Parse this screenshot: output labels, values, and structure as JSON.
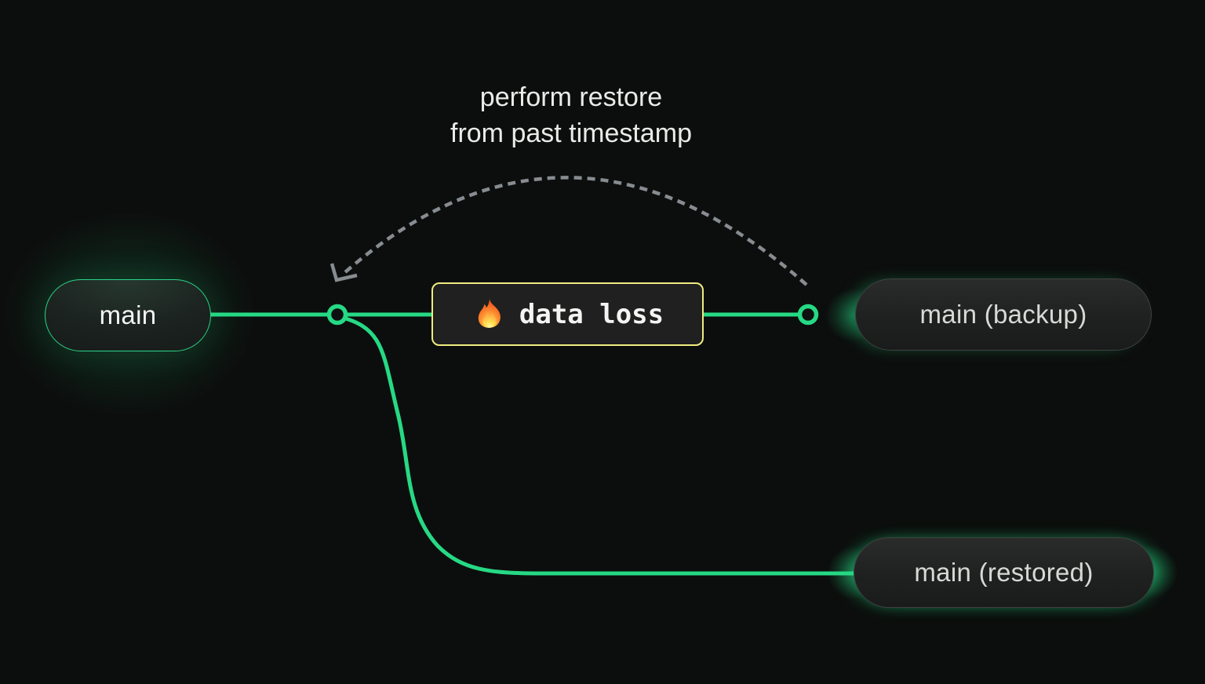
{
  "diagram": {
    "caption": {
      "line1": "perform restore",
      "line2": "from past timestamp"
    },
    "branches": [
      {
        "id": "main",
        "label": "main"
      },
      {
        "id": "backup",
        "label": "main (backup)"
      },
      {
        "id": "restored",
        "label": "main (restored)"
      }
    ],
    "event": {
      "label": "data loss",
      "icon": "fire-icon"
    },
    "colors": {
      "background": "#0c0e0d",
      "branch_line": "#26d984",
      "node_fill": "#0e100f",
      "arc": "#868c90",
      "event_border": "#f0eb80",
      "event_background": "#1f201f",
      "main_pill_border": "#2bd58a",
      "gray_pill_border": "#3f4241",
      "caption_text": "#eaebe9",
      "pill_text": "#d8d9d7"
    }
  }
}
